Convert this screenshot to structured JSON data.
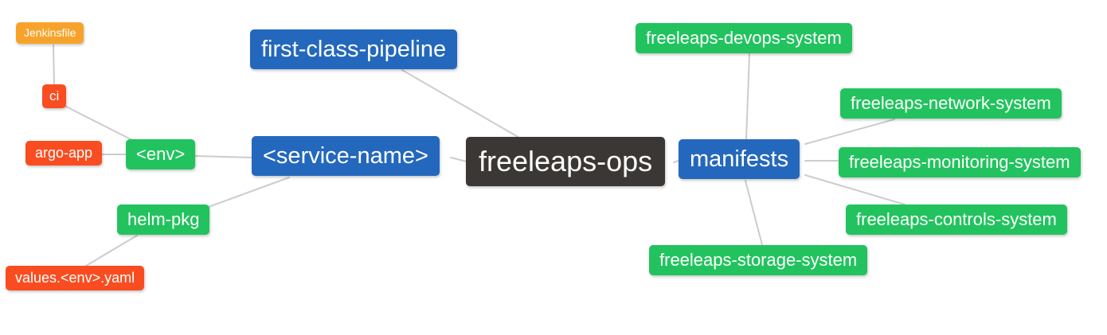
{
  "diagram": {
    "type": "mindmap",
    "background": "#FFFFFF",
    "edge_color": "#CCCCCC",
    "colors": {
      "amber": "#F7A32B",
      "red_orange": "#F94D21",
      "green": "#22C35E",
      "blue": "#2368BD",
      "dark": "#3B3734",
      "text": "#FFFFFF"
    },
    "root": "freeleaps-ops",
    "nodes": {
      "jenkinsfile": {
        "label": "Jenkinsfile",
        "color": "#F7A32B"
      },
      "ci": {
        "label": "ci",
        "color": "#F94D21"
      },
      "argo_app": {
        "label": "argo-app",
        "color": "#F94D21"
      },
      "env": {
        "label": "<env>",
        "color": "#22C35E"
      },
      "helm_pkg": {
        "label": "helm-pkg",
        "color": "#22C35E"
      },
      "values_yaml": {
        "label": "values.<env>.yaml",
        "color": "#F94D21"
      },
      "first_class_pipeline": {
        "label": "first-class-pipeline",
        "color": "#2368BD"
      },
      "service_name": {
        "label": "<service-name>",
        "color": "#2368BD"
      },
      "freeleaps_ops": {
        "label": "freeleaps-ops",
        "color": "#3B3734"
      },
      "manifests": {
        "label": "manifests",
        "color": "#2368BD"
      },
      "devops_system": {
        "label": "freeleaps-devops-system",
        "color": "#22C35E"
      },
      "network_system": {
        "label": "freeleaps-network-system",
        "color": "#22C35E"
      },
      "monitoring_system": {
        "label": "freeleaps-monitoring-system",
        "color": "#22C35E"
      },
      "controls_system": {
        "label": "freeleaps-controls-system",
        "color": "#22C35E"
      },
      "storage_system": {
        "label": "freeleaps-storage-system",
        "color": "#22C35E"
      }
    },
    "connections": [
      {
        "from": "jenkinsfile",
        "to": "ci"
      },
      {
        "from": "ci",
        "to": "env"
      },
      {
        "from": "argo_app",
        "to": "env"
      },
      {
        "from": "env",
        "to": "service_name"
      },
      {
        "from": "helm_pkg",
        "to": "service_name"
      },
      {
        "from": "values_yaml",
        "to": "helm_pkg"
      },
      {
        "from": "first_class_pipeline",
        "to": "freeleaps_ops"
      },
      {
        "from": "service_name",
        "to": "freeleaps_ops"
      },
      {
        "from": "manifests",
        "to": "freeleaps_ops"
      },
      {
        "from": "devops_system",
        "to": "manifests"
      },
      {
        "from": "network_system",
        "to": "manifests"
      },
      {
        "from": "monitoring_system",
        "to": "manifests"
      },
      {
        "from": "controls_system",
        "to": "manifests"
      },
      {
        "from": "storage_system",
        "to": "manifests"
      }
    ]
  }
}
